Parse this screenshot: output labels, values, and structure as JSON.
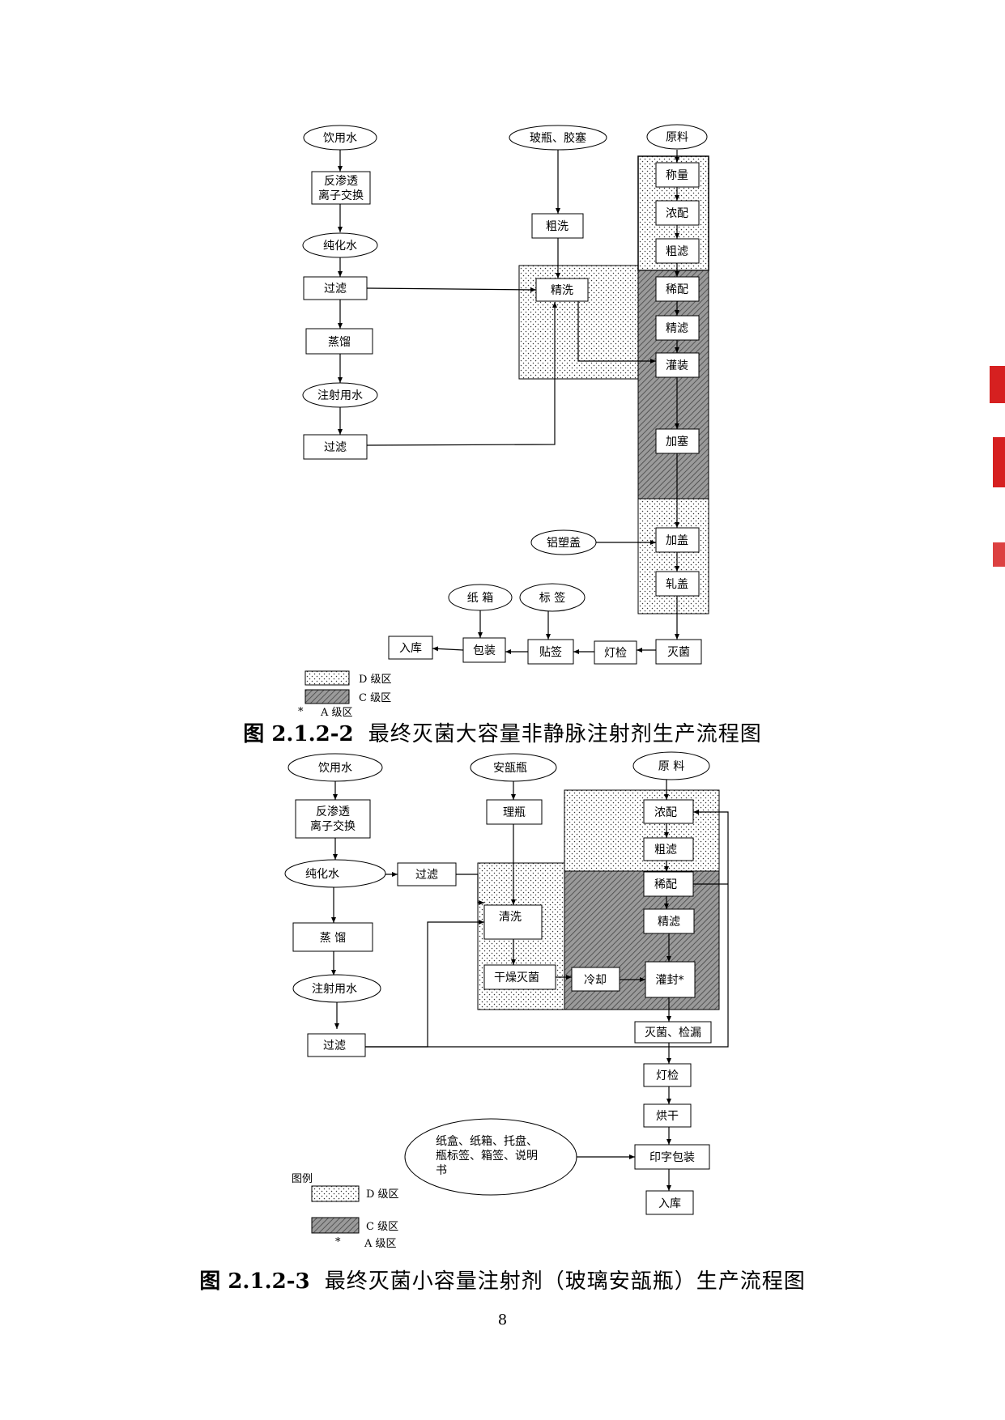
{
  "figure1": {
    "caption_number": "图 2.1.2-2",
    "caption_title": "最终灭菌大容量非静脉注射剂生产流程图",
    "nodes": {
      "drinking_water": "饮用水",
      "ro_line1": "反渗透",
      "ro_line2": "离子交换",
      "purified_water": "纯化水",
      "filter1": "过滤",
      "distill": "蒸馏",
      "wfi": "注射用水",
      "filter2": "过滤",
      "bottle_stopper": "玻瓶、胶塞",
      "rough_wash": "粗洗",
      "fine_wash": "精洗",
      "raw_material": "原料",
      "weigh": "称量",
      "conc_mix": "浓配",
      "rough_filter": "粗滤",
      "dilute_mix": "稀配",
      "fine_filter": "精滤",
      "fill": "灌装",
      "stopper": "加塞",
      "al_cap": "铝塑盖",
      "cap": "加盖",
      "crimp": "轧盖",
      "sterilize": "灭菌",
      "light_inspect": "灯检",
      "label_apply": "贴签",
      "pack": "包装",
      "warehouse": "入库",
      "carton": "纸 箱",
      "label": "标 签"
    },
    "legend": {
      "d_grade": "D 级区",
      "c_grade": "C 级区",
      "a_mark": "*",
      "a_grade": "A 级区"
    }
  },
  "figure2": {
    "caption_number": "图 2.1.2-3",
    "caption_title": "最终灭菌小容量注射剂（玻璃安瓿瓶）生产流程图",
    "nodes": {
      "drinking_water": "饮用水",
      "ro_line1": "反渗透",
      "ro_line2": "离子交换",
      "purified_water": "纯化水",
      "filter1": "过滤",
      "distill": "蒸 馏",
      "wfi": "注射用水",
      "filter2": "过滤",
      "ampoule": "安瓿瓶",
      "sort": "理瓶",
      "clean": "清洗",
      "dry_sterilize": "干燥灭菌",
      "cool": "冷却",
      "raw_material": "原 料",
      "conc_mix": "浓配",
      "rough_filter": "粗滤",
      "dilute_mix": "稀配",
      "fine_filter": "精滤",
      "fill_seal": "灌封*",
      "sterilize_leak": "灭菌、检漏",
      "light_inspect": "灯检",
      "dry": "烘干",
      "print_pack": "印字包装",
      "warehouse": "入库",
      "materials_line1": "纸盒、纸箱、托盘、",
      "materials_line2": "瓶标签、箱签、说明",
      "materials_line3": "书"
    },
    "legend": {
      "title": "图例",
      "d_grade": "D 级区",
      "c_grade": "C 级区",
      "a_mark": "*",
      "a_grade": "A 级区"
    }
  },
  "page_number": "8"
}
